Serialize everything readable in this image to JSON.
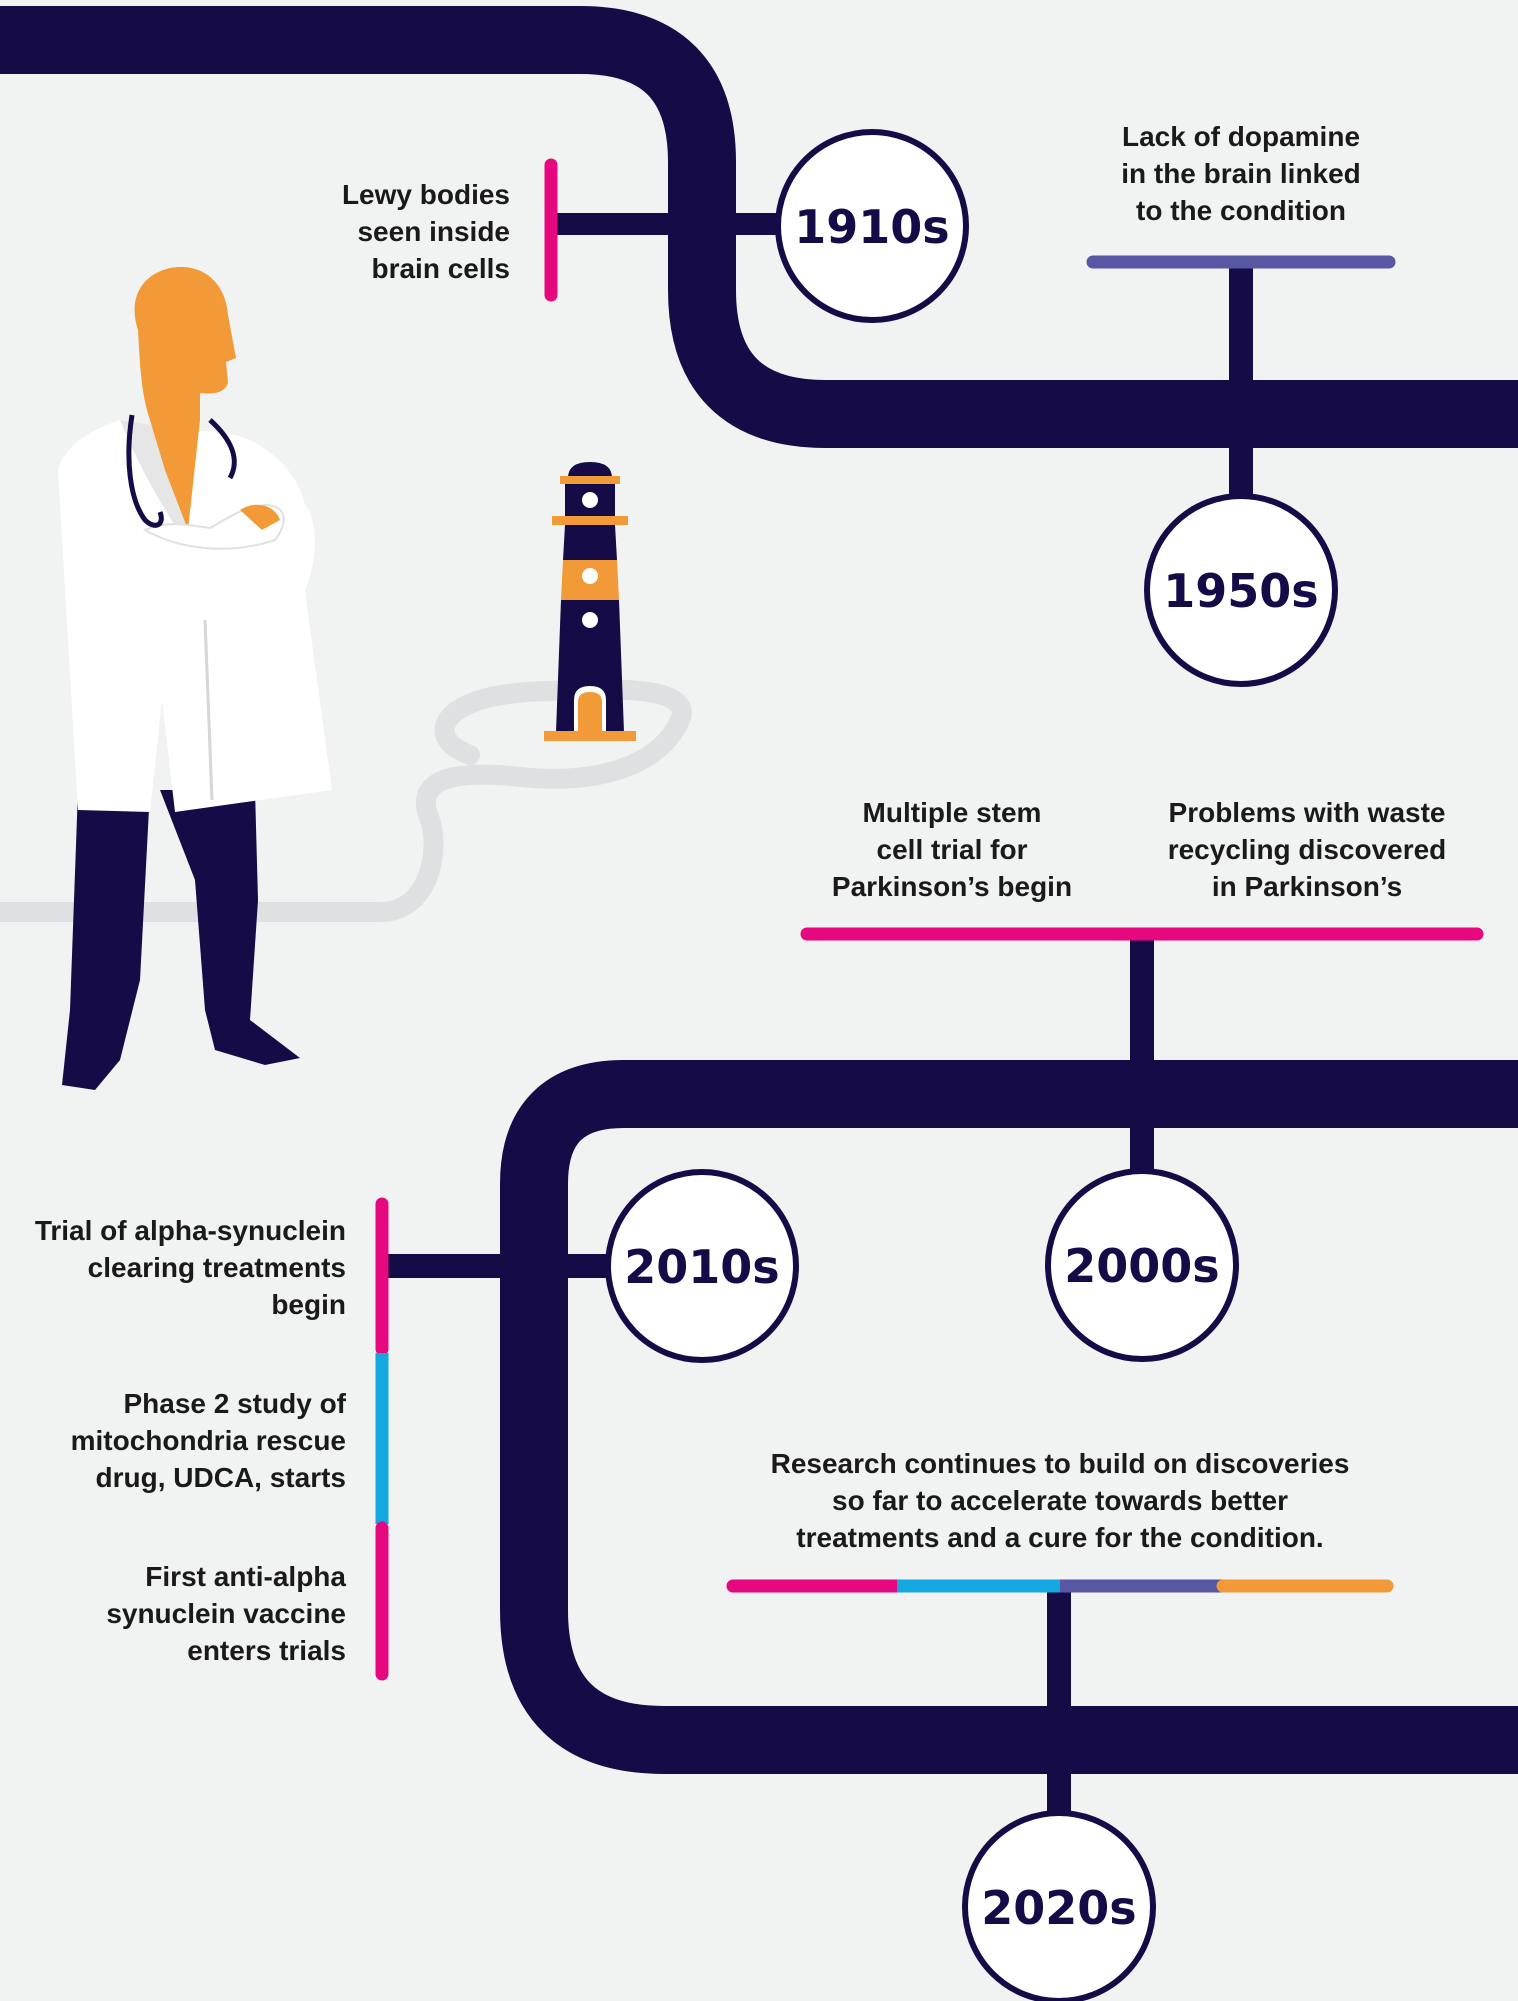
{
  "colors": {
    "background": "#f1f2f2",
    "timeline": "#140b47",
    "pink": "#e6087f",
    "blue": "#14a7e0",
    "purple": "#5757a3",
    "orange": "#f29a38"
  },
  "decades": [
    "1910s",
    "1950s",
    "2000s",
    "2010s",
    "2020s"
  ],
  "events": {
    "lewy": [
      "Lewy bodies",
      "seen inside",
      "brain cells"
    ],
    "dopamine": [
      "Lack of dopamine",
      "in the brain linked",
      "to the condition"
    ],
    "stem": [
      "Multiple stem",
      "cell trial for",
      "Parkinson’s begin"
    ],
    "waste": [
      "Problems with waste",
      "recycling discovered",
      "in Parkinson’s"
    ],
    "alpha_trial": [
      "Trial of alpha-synuclein",
      "clearing treatments",
      "begin"
    ],
    "phase2": [
      "Phase 2 study of",
      "mitochondria rescue",
      "drug, UDCA, starts"
    ],
    "vaccine": [
      "First anti-alpha",
      "synuclein vaccine",
      "enters trials"
    ],
    "research": [
      "Research continues to build on discoveries",
      "so far to accelerate towards better",
      "treatments and a cure for the condition."
    ]
  },
  "icons": [
    "doctor-illustration",
    "lighthouse-illustration"
  ]
}
